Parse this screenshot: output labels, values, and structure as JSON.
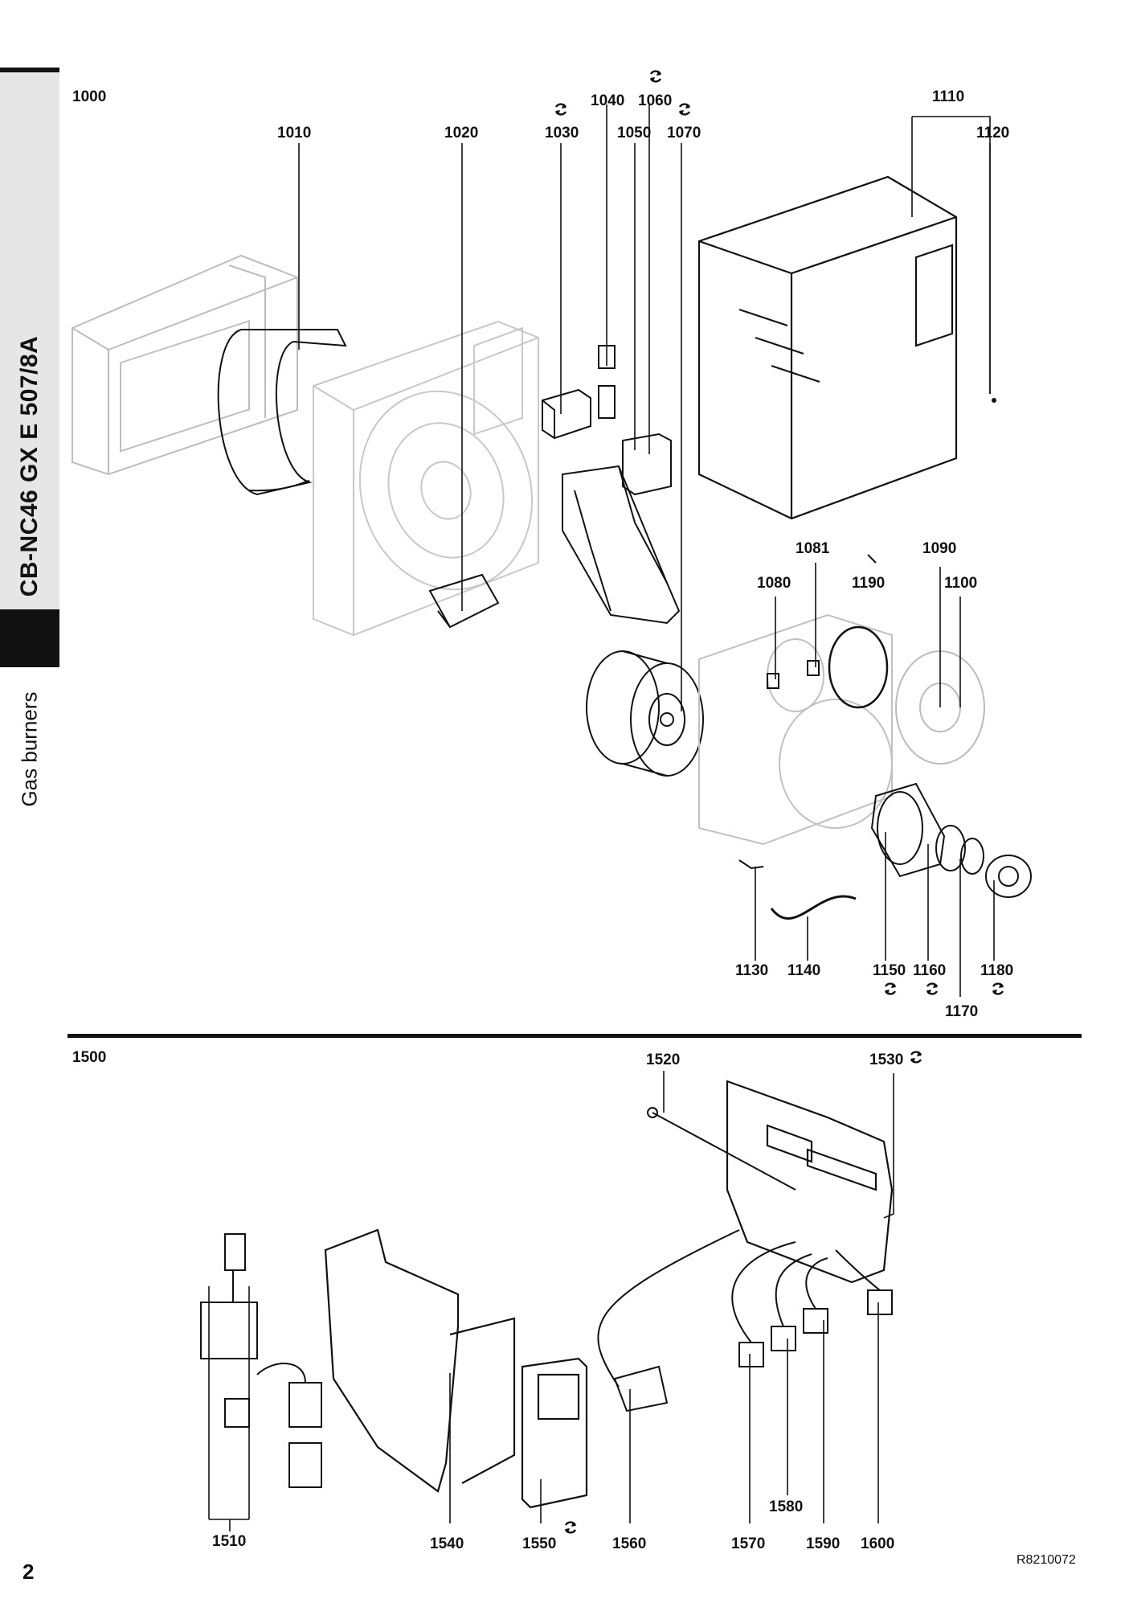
{
  "sidebar": {
    "title": "CB-NC46 GX E 507/8A",
    "category": "Gas burners"
  },
  "page_number": "2",
  "reference_code": "R8210072",
  "sections": [
    {
      "id": "1000",
      "labels": [
        "1010",
        "1020",
        "1030",
        "1040",
        "1050",
        "1060",
        "1070",
        "1080",
        "1081",
        "1090",
        "1100",
        "1110",
        "1120",
        "1130",
        "1140",
        "1150",
        "1160",
        "1170",
        "1180",
        "1190"
      ]
    },
    {
      "id": "1500",
      "labels": [
        "1510",
        "1520",
        "1530",
        "1540",
        "1550",
        "1560",
        "1570",
        "1580",
        "1590",
        "1600"
      ]
    }
  ],
  "exchange_marker_icon": "rotating-arrows-icon",
  "colors": {
    "ink": "#111111",
    "ghost_parts": "#bdbdbd",
    "sidebar_band": "#e6e6e6"
  }
}
